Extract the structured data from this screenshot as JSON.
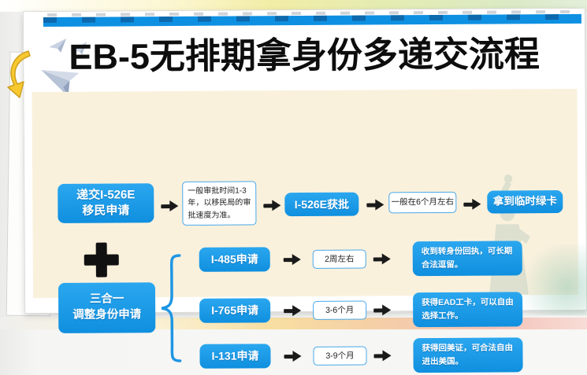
{
  "title": "EB-5无排期拿身份多递交流程",
  "colors": {
    "accent_blue": "#159AE6",
    "bar_blue": "#0E90E2",
    "panel_beige": "#FAF1DD",
    "arrow_black": "#1A1A1A",
    "brace_blue": "#1E96E4",
    "note_border": "#49A8E8",
    "highlight_yellow": "#F7C92F"
  },
  "flow_main": {
    "step1_line1": "递交I-526E",
    "step1_line2": "移民申请",
    "note1": "一般审批时间1-3年，以移民局的审批速度为准。",
    "step2": "I-526E获批",
    "note2": "一般在6个月左右",
    "step3": "拿到临时绿卡"
  },
  "group": {
    "line1": "三合一",
    "line2": "调整身份申请"
  },
  "branches": [
    {
      "application": "I-485申请",
      "duration": "2周左右",
      "result": "收到转身份回执，可长期合法逗留。"
    },
    {
      "application": "I-765申请",
      "duration": "3-6个月",
      "result": "获得EAD工卡，可以自由选择工作。"
    },
    {
      "application": "I-131申请",
      "duration": "3-9个月",
      "result": "获得回美证，可合法自由进出美国。"
    }
  ],
  "icons": {
    "paper_planes": "paper-plane-icon",
    "curved_arrow": "curved-arrow-icon",
    "statue": "statue-of-liberty-watermark",
    "flow_arrow": "flow-arrow-icon",
    "plus": "plus-icon",
    "brace": "brace-icon"
  }
}
